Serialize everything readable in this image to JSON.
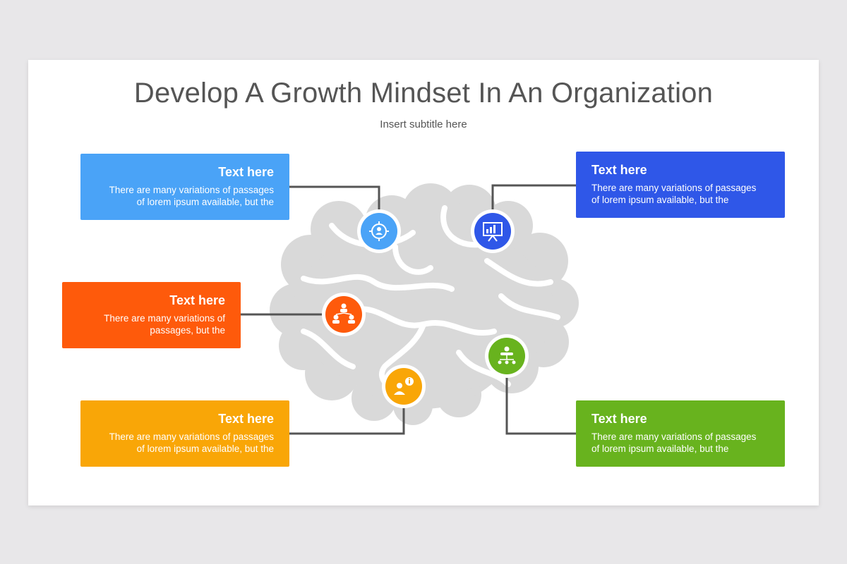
{
  "title": "Develop A Growth Mindset In An Organization",
  "subtitle": "Insert subtitle here",
  "colors": {
    "background": "#e8e7e9",
    "brain": "#d9d9d9",
    "connector": "#555555",
    "light_blue": "#4aa3f7",
    "blue": "#2f57e8",
    "orange": "#fe5a0b",
    "amber": "#f9a607",
    "green": "#68b31e"
  },
  "cards": {
    "top_left": {
      "title": "Text here",
      "line1": "There are many variations of passages",
      "line2": "of lorem ipsum available, but the"
    },
    "mid_left": {
      "title": "Text here",
      "line1": "There are many variations of",
      "line2": "passages, but the"
    },
    "bottom_left": {
      "title": "Text here",
      "line1": "There are many variations of passages",
      "line2": "of lorem ipsum available, but the"
    },
    "top_right": {
      "title": "Text here",
      "line1": "There are many variations of passages",
      "line2": "of lorem ipsum available, but the"
    },
    "bottom_right": {
      "title": "Text here",
      "line1": "There are many variations of passages",
      "line2": "of lorem ipsum available, but the"
    }
  },
  "icons": {
    "target": "target-person-icon",
    "presentation": "presentation-board-icon",
    "team": "team-hierarchy-icon",
    "info": "person-info-icon",
    "network": "network-meeting-icon"
  }
}
